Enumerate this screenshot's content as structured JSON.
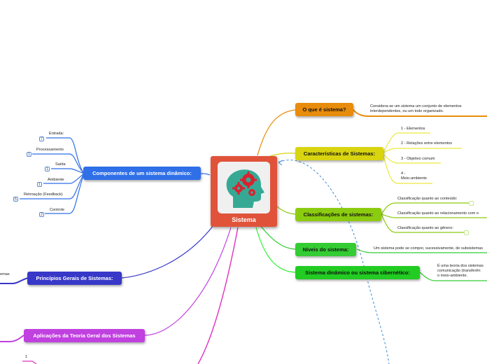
{
  "central": {
    "label": "Sistema"
  },
  "branches": {
    "que_e": {
      "label": "O que é sistema?",
      "detail_1": "Considera-se um sistema um conjunto de elementos",
      "detail_2": "interdependentes, ou um todo organizado."
    },
    "caracteristicas": {
      "label": "Características de Sistemas:",
      "items": [
        "1 - Elementos",
        "2 - Relações entre elementos",
        "3 - Objetivo comum",
        "4 -",
        "Meio-ambiente"
      ]
    },
    "classificacoes": {
      "label": "Classificações de sistemas:",
      "items": [
        "Classificação quanto ao conteúdo:",
        "Classificação quanto ao relacionamento com o",
        "Classificação quanto ao gênero:"
      ]
    },
    "niveis": {
      "label": "Níveis do sistema:",
      "detail": "Um sistema pode se compor, sucessivamente, de subsistemas"
    },
    "dinamico_cib": {
      "label": "Sistema dinâmico ou sistema cibernético:",
      "detail_1": "É uma teoria dos sistemas",
      "detail_2": "comunicação (transferên",
      "detail_3": "o meio-ambiente."
    },
    "componentes": {
      "label": "Componentes de um sistema dinâmico:",
      "items": [
        "Entrada:",
        "Processamento",
        "Saída",
        "Ambiente",
        "Retroação (Feedback)",
        "Controle"
      ],
      "badges": [
        "7",
        "1",
        "1",
        "1",
        "5",
        "2"
      ]
    },
    "principios": {
      "label": "Princípios Gerais de Sistemas:",
      "detail": "emas"
    },
    "aplicacoes": {
      "label": "Aplicações da Teoria Geral dos Sistemas",
      "detail": "1"
    }
  },
  "colors": {
    "central": "#e0533a",
    "orange": "#e88c0c",
    "yellow": "#d8d410",
    "lime": "#8ccc10",
    "green": "#33cc33",
    "blue": "#2f6fe8",
    "indigo": "#3838c8",
    "purple": "#c040e0",
    "magenta": "#e030c0"
  },
  "icons": {
    "central_icon": "head-with-gears-icon"
  }
}
